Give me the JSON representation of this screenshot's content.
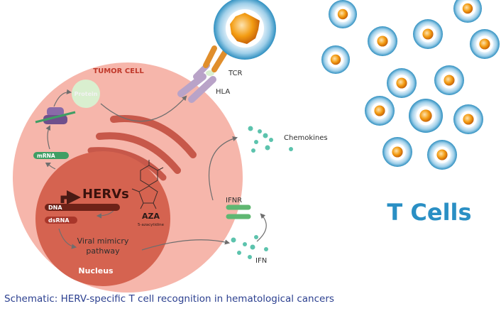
{
  "labels": {
    "tumor_cell": "TUMOR CELL",
    "protein": "Protein",
    "mrna": "mRNA",
    "hervs": "HERVs",
    "dna": "DNA",
    "dsrna": "dsRNA",
    "aza": "AZA",
    "aza_sub": "5-azacytidine",
    "viral_mimicry_1": "Viral mimicry",
    "viral_mimicry_2": "pathway",
    "nucleus": "Nucleus",
    "tcr": "TCR",
    "hla": "HLA",
    "chemokines": "Chemokines",
    "ifnr": "IFNR",
    "ifn": "IFN",
    "t_cells": "T Cells"
  },
  "caption": "Schematic: HERV-specific T cell recognition in hematological cancers",
  "colors": {
    "tumor": "#f6b6ab",
    "tumor_title": "#c0392b",
    "nucleus": "#d56350",
    "teal": "#5cc3ad",
    "green": "#3f9e64",
    "t_cell_ring": "#2e8fc0",
    "t_cell_core": "#f39c12",
    "t_cells_text": "#2a8fc4",
    "caption": "#2b3f8f",
    "dna": "#6e2218",
    "dsrna": "#a8362a"
  }
}
